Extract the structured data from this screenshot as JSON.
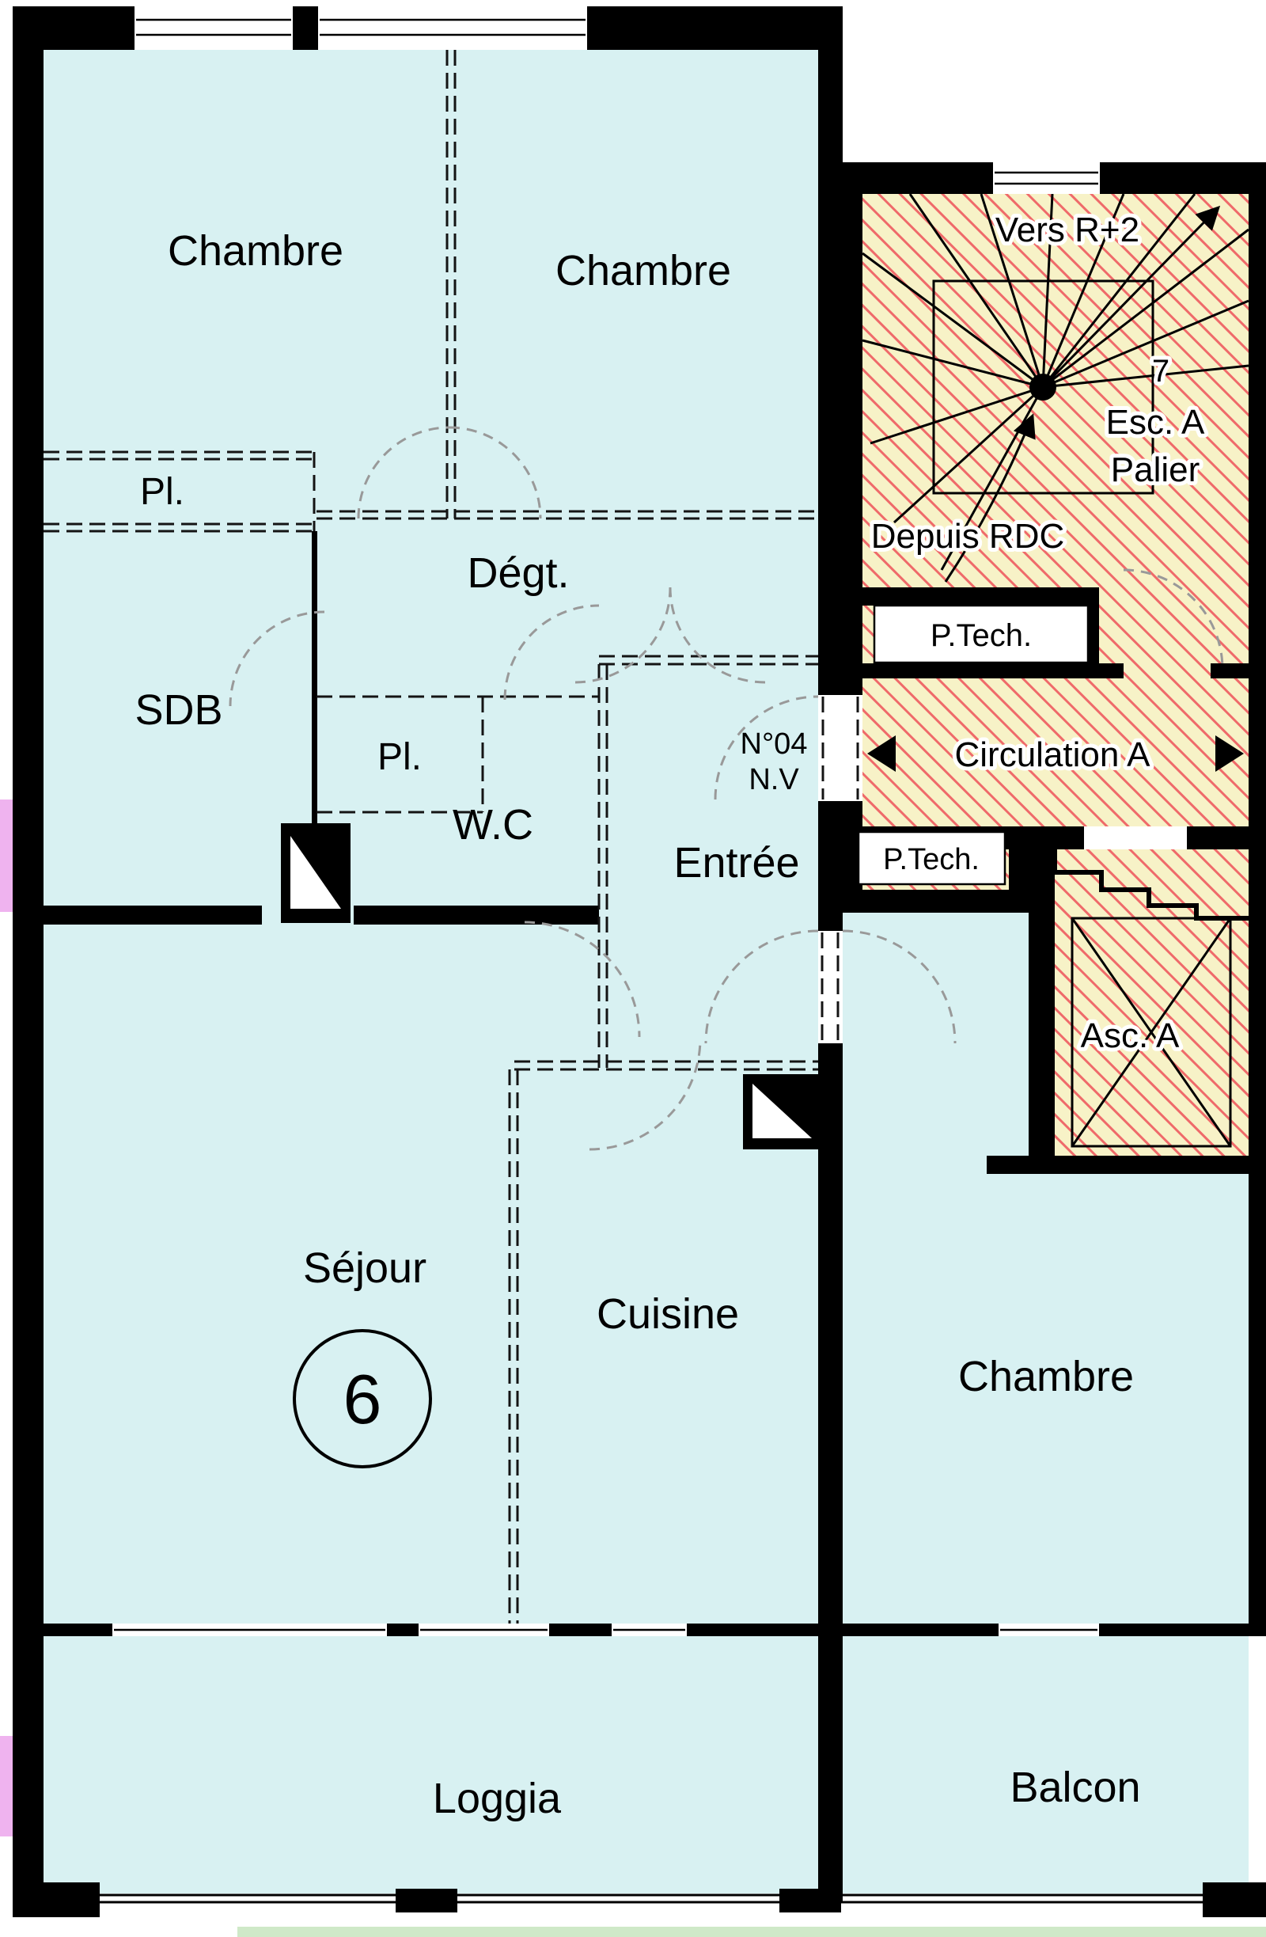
{
  "apartment": {
    "number": "6",
    "rooms": {
      "chambre1": "Chambre",
      "chambre2": "Chambre",
      "chambre3": "Chambre",
      "pl1": "Pl.",
      "pl2": "Pl.",
      "degt": "Dégt.",
      "sdb": "SDB",
      "wc": "W.C",
      "entree": "Entrée",
      "sejour": "Séjour",
      "cuisine": "Cuisine",
      "loggia": "Loggia",
      "balcon": "Balcon"
    },
    "entry_door": {
      "line1": "N°04",
      "line2": "N.V"
    }
  },
  "common_areas": {
    "stairs": {
      "vers": "Vers R+2",
      "name": "Esc. A",
      "palier": "Palier",
      "depuis": "Depuis RDC",
      "step_number": "7"
    },
    "ptech1": "P.Tech.",
    "circulation": "Circulation A",
    "ptech2": "P.Tech.",
    "ascenseur": "Asc. A"
  },
  "colors": {
    "room_fill": "#d8f1f2",
    "common_fill": "#f7f2c7",
    "hatch_stroke": "#ef6a6a",
    "wall": "#000000",
    "door_arc": "#9a9a9a",
    "pink_accent": "#efb3ef",
    "green_accent": "#cfe9c8"
  }
}
